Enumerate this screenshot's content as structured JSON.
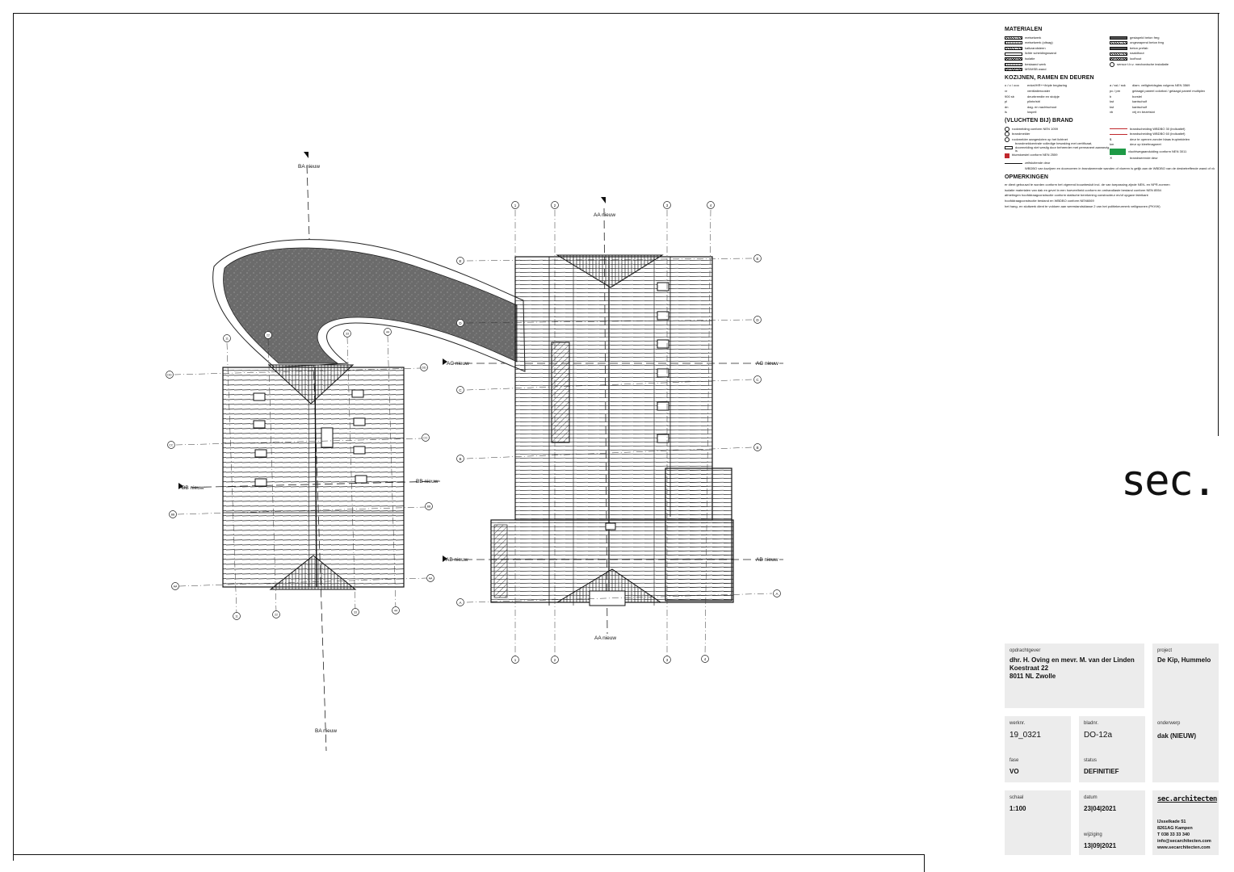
{
  "legend": {
    "materialen": {
      "heading": "MATERIALEN",
      "left": [
        "metselwerk",
        "metselwerk (oitsag)",
        "kalkzandsteen",
        "lichte scheidingswand",
        "isolatie",
        "bestaand werk",
        "MS/MSB wand"
      ],
      "right": [
        "gestapeld beton freg",
        "ongewapend beton freg",
        "beton prefab",
        "naaldhout",
        "loofhout",
        "sensor t.b.v. mechanische installatie"
      ]
    },
    "kozijnen": {
      "heading": "KOZIJNEN, RAMEN EN DEUREN",
      "left": [
        {
          "code": "o / o / ooo",
          "text": "enkel/HR++/triple beglazing"
        },
        {
          "code": "vr",
          "text": "ventilatierooster"
        },
        {
          "code": "900 sb",
          "text": "deurbreedte en stolpje"
        },
        {
          "code": "pl",
          "text": "plinte/strl"
        },
        {
          "code": "dn",
          "text": "dag- en nachtschoot"
        },
        {
          "code": "ls",
          "text": "lospeil"
        }
      ],
      "right": [
        {
          "code": "a / ssl / ssk",
          "text": "diam. veiligheidsglas volgens NEN 3569"
        },
        {
          "code": "pc / pm",
          "text": "gelaagd paneel colorbal / gelaagd paneel multiplex"
        },
        {
          "code": "b",
          "text": "borstel"
        },
        {
          "code": "kst",
          "text": "kantschuif"
        },
        {
          "code": "kst",
          "text": "kantschuif"
        },
        {
          "code": "vb",
          "text": "vrij en bezetslot"
        }
      ]
    },
    "vluchten": {
      "heading": "(VLUCHTEN BIJ) BRAND",
      "left": [
        "rookmelding conform NEN 1059",
        "brandmelder",
        "rookmelder aangesloten op het lichtnet",
        "brandmeldcentrale volledige bewaking met certificaat, doormelding niet weslig door beheerder met permanent aanwezig is",
        "",
        "bluestoestel conform NEN 2559"
      ],
      "right": [
        "brandscheiding WBDBO 30 (indicatief)",
        "brandscheiding WBDBO 60 (indicatief)",
        "deur te openen zonder blaas trupimtdelen",
        "deur op kleefmagneet",
        "vluchtwegaanduiding conform NEN 3011",
        "brandwerende deur"
      ],
      "zelfsluitende": "zelfsluitende deur",
      "wbdbo_note": "WBDBO van kozijnen en doorvoeren in brandwerende wanden of vloeren is gelijk aan de WBDBO van de desbetreffende wand of vloer e.e.a. conform NEN 6069"
    },
    "opmerkingen": {
      "heading": "OPMERKINGEN",
      "lines": [
        "er dient gebouwd te worden conform het vigerend bouwbesluit incl. de van toepassing zijnde NEN- en NPR-normen",
        "isolatie materialen van dak en gevel in een hoeveelheid conform en omhandlaste bestand conform NEN 8554",
        "afmetingen hoofddraagconstructie conform statische berekening constructeur en/of opgave fabrikant",
        "hoofddraagconstructie bestand en WBDBO conform NEN6069",
        "het hang- en sluitwerk dient te voldoen aan weerstandsklasse 2 van het politiekeurmerk veiligwonen (PKVW)"
      ]
    }
  },
  "drawing": {
    "section_labels": {
      "ba_top": "BA nieuw",
      "ba_bottom": "BA nieuw",
      "aa_top": "AA nieuw",
      "aa_bottom": "AA nieuw",
      "ac_left": "AC nieuw",
      "ac_right": "AC nieuw",
      "ab_left": "AB nieuw",
      "ab_right": "AB nieuw",
      "bb_left": "BB nieuw",
      "bb_right": "BB nieuw"
    },
    "grid_cols_right": [
      "1",
      "2",
      "3",
      "4"
    ],
    "grid_rows_right": [
      "A",
      "B",
      "C",
      "D",
      "E"
    ],
    "grid_cols_left": [
      "11",
      "22",
      "33",
      "44"
    ],
    "grid_rows_left": [
      "AA",
      "BB",
      "CC",
      "DD"
    ]
  },
  "logo": "sec.",
  "title_block": {
    "opdrachtgever_label": "opdrachtgever",
    "opdrachtgever_lines": [
      "dhr. H. Oving en mevr. M. van der Linden",
      "Koestraat 22",
      "8011 NL Zwolle"
    ],
    "project_label": "project",
    "project_value": "De Kip, Hummelo",
    "werknr_label": "werknr.",
    "werknr_value": "19_0321",
    "bladnr_label": "bladnr.",
    "bladnr_value": "DO-12a",
    "onderwerp_label": "onderwerp",
    "onderwerp_value": "dak (NIEUW)",
    "fase_label": "fase",
    "fase_value": "VO",
    "status_label": "status",
    "status_value": "DEFINITIEF",
    "schaal_label": "schaal",
    "schaal_value": "1:100",
    "datum_label": "datum",
    "datum_value": "23|04|2021",
    "wijziging_label": "wijziging",
    "wijziging_value": "13|09|2021",
    "firm_name": "sec.architecten",
    "firm_address": [
      "IJsselkade 51",
      "8261AG Kampen",
      "T 038 33 33 340",
      "info@secarchitecten.com",
      "www.secarchitecten.com"
    ]
  }
}
